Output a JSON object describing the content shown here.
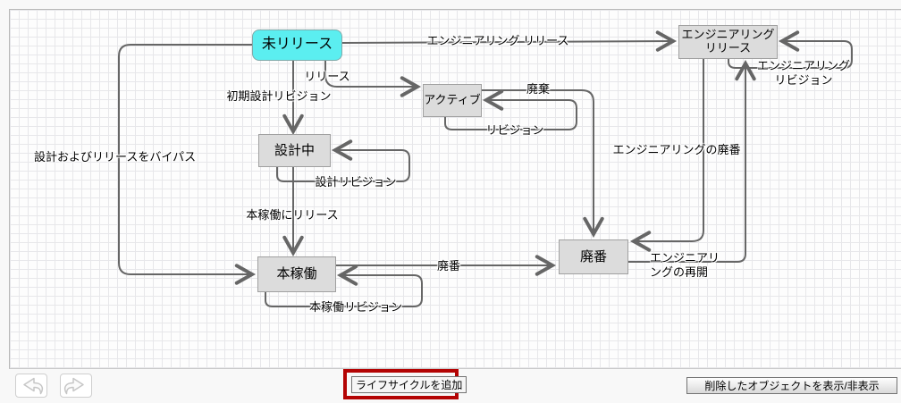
{
  "diagram": {
    "nodes": [
      {
        "id": "unreleased",
        "label": "未リリース"
      },
      {
        "id": "engineering-release",
        "label_line1": "エンジニアリング",
        "label_line2": "リリース"
      },
      {
        "id": "active",
        "label": "アクティブ"
      },
      {
        "id": "in-design",
        "label": "設計中"
      },
      {
        "id": "production",
        "label": "本稼働"
      },
      {
        "id": "discontinued",
        "label": "廃番"
      }
    ],
    "edge_labels": {
      "engineering_release": "エンジニアリング リリース",
      "release": "リリース",
      "initial_design_revision": "初期設計リビジョン",
      "bypass": "設計およびリリースをバイパス",
      "design_revision": "設計リビジョン",
      "release_to_production": "本稼働にリリース",
      "production_revision": "本稼働リビジョン",
      "discontinue": "廃番",
      "discard": "廃棄",
      "revision": "リビジョン",
      "engineering_discontinue": "エンジニアリングの廃番",
      "engineering_revision_line1": "エンジニアリング",
      "engineering_revision_line2": "リビジョン",
      "engineering_resume_line1": "エンジニアリ",
      "engineering_resume_line2": "ングの再開"
    }
  },
  "toolbar": {
    "undo_icon": "undo-arrow",
    "redo_icon": "redo-arrow",
    "add_lifecycle_label": "ライフサイクルを追加",
    "show_deleted_label": "削除したオブジェクトを表示/非表示"
  },
  "colors": {
    "node_cyan": "#5beef0",
    "node_gray": "#dcdcdc",
    "wire_gray": "#666666",
    "highlight_red": "#b40404",
    "grid_line": "#e7e7ea"
  }
}
